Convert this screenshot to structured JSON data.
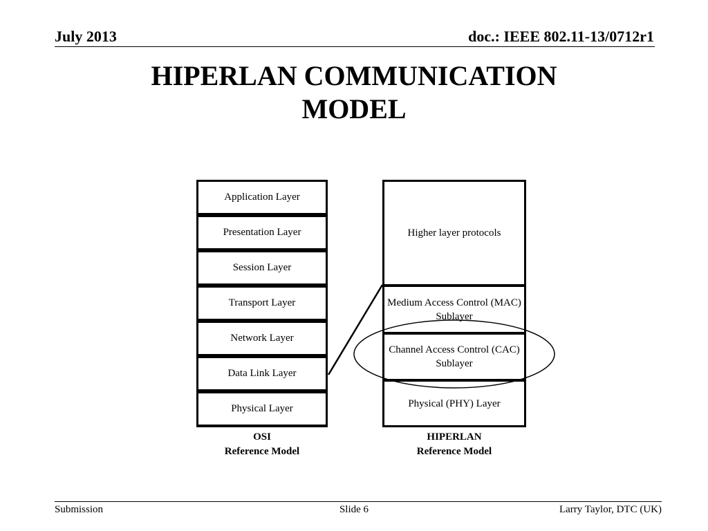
{
  "header": {
    "date": "July 2013",
    "doc_id": "doc.: IEEE 802.11-13/0712r1"
  },
  "title": {
    "line1": "HIPERLAN COMMUNICATION",
    "line2": "MODEL"
  },
  "osi": {
    "layers": [
      "Application Layer",
      "Presentation Layer",
      "Session Layer",
      "Transport Layer",
      "Network Layer",
      "Data Link Layer",
      "Physical Layer"
    ],
    "caption_line1": "OSI",
    "caption_line2": "Reference Model"
  },
  "hiperlan": {
    "layers": [
      "Higher layer protocols",
      "Medium Access Control (MAC) Sublayer",
      "Channel Access Control (CAC) Sublayer",
      "Physical (PHY) Layer"
    ],
    "caption_line1": "HIPERLAN",
    "caption_line2": "Reference Model"
  },
  "footer": {
    "left": "Submission",
    "center": "Slide 6",
    "right": "Larry Taylor, DTC (UK)"
  }
}
